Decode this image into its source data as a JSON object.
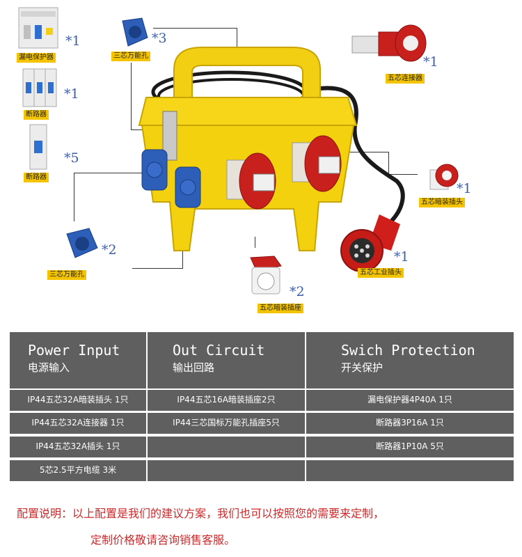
{
  "components": {
    "rcd": {
      "label": "漏电保护器",
      "qty": "*1"
    },
    "breaker_3p": {
      "label": "断路器",
      "qty": "*1"
    },
    "breaker_1p": {
      "label": "断路器",
      "qty": "*5"
    },
    "three_core_top": {
      "label": "三芯万能孔",
      "qty": "*3"
    },
    "three_core_left": {
      "label": "三芯万能孔",
      "qty": "*2"
    },
    "five_core_connector": {
      "label": "五芯连接器",
      "qty": "*1"
    },
    "five_core_panel_plug": {
      "label": "五芯暗装插头",
      "qty": "*1"
    },
    "five_core_industrial_plug": {
      "label": "五芯工业插头",
      "qty": "*1"
    },
    "five_core_panel_socket": {
      "label": "五芯暗装插座",
      "qty": "*2"
    }
  },
  "spec_table": {
    "headers": [
      {
        "en": "Power Input",
        "zh": "电源输入"
      },
      {
        "en": "Out Circuit",
        "zh": "输出回路"
      },
      {
        "en": "Swich Protection",
        "zh": "开关保护"
      }
    ],
    "rows": [
      [
        "IP44五芯32A暗装插头 1只",
        "IP44五芯16A暗装插座2只",
        "漏电保护器4P40A 1只"
      ],
      [
        "IP44五芯32A连接器 1只",
        "IP44三芯国标万能孔插座5只",
        "断路器3P16A 1只"
      ],
      [
        "IP44五芯32A插头 1只",
        "",
        "断路器1P10A 5只"
      ],
      [
        "5芯2.5平方电缆  3米",
        "",
        ""
      ]
    ]
  },
  "note": {
    "line1": "配置说明：以上配置是我们的建议方案，我们也可以按照您的需要来定制，",
    "line2": "定制价格敬请咨询销售客服。"
  },
  "colors": {
    "box_yellow": "#f7d61a",
    "socket_blue": "#2d5fb8",
    "socket_red": "#c8201c",
    "table_gray": "#5f5f5f",
    "note_red": "#d0282a",
    "qty_blue": "#3d5fa8"
  }
}
